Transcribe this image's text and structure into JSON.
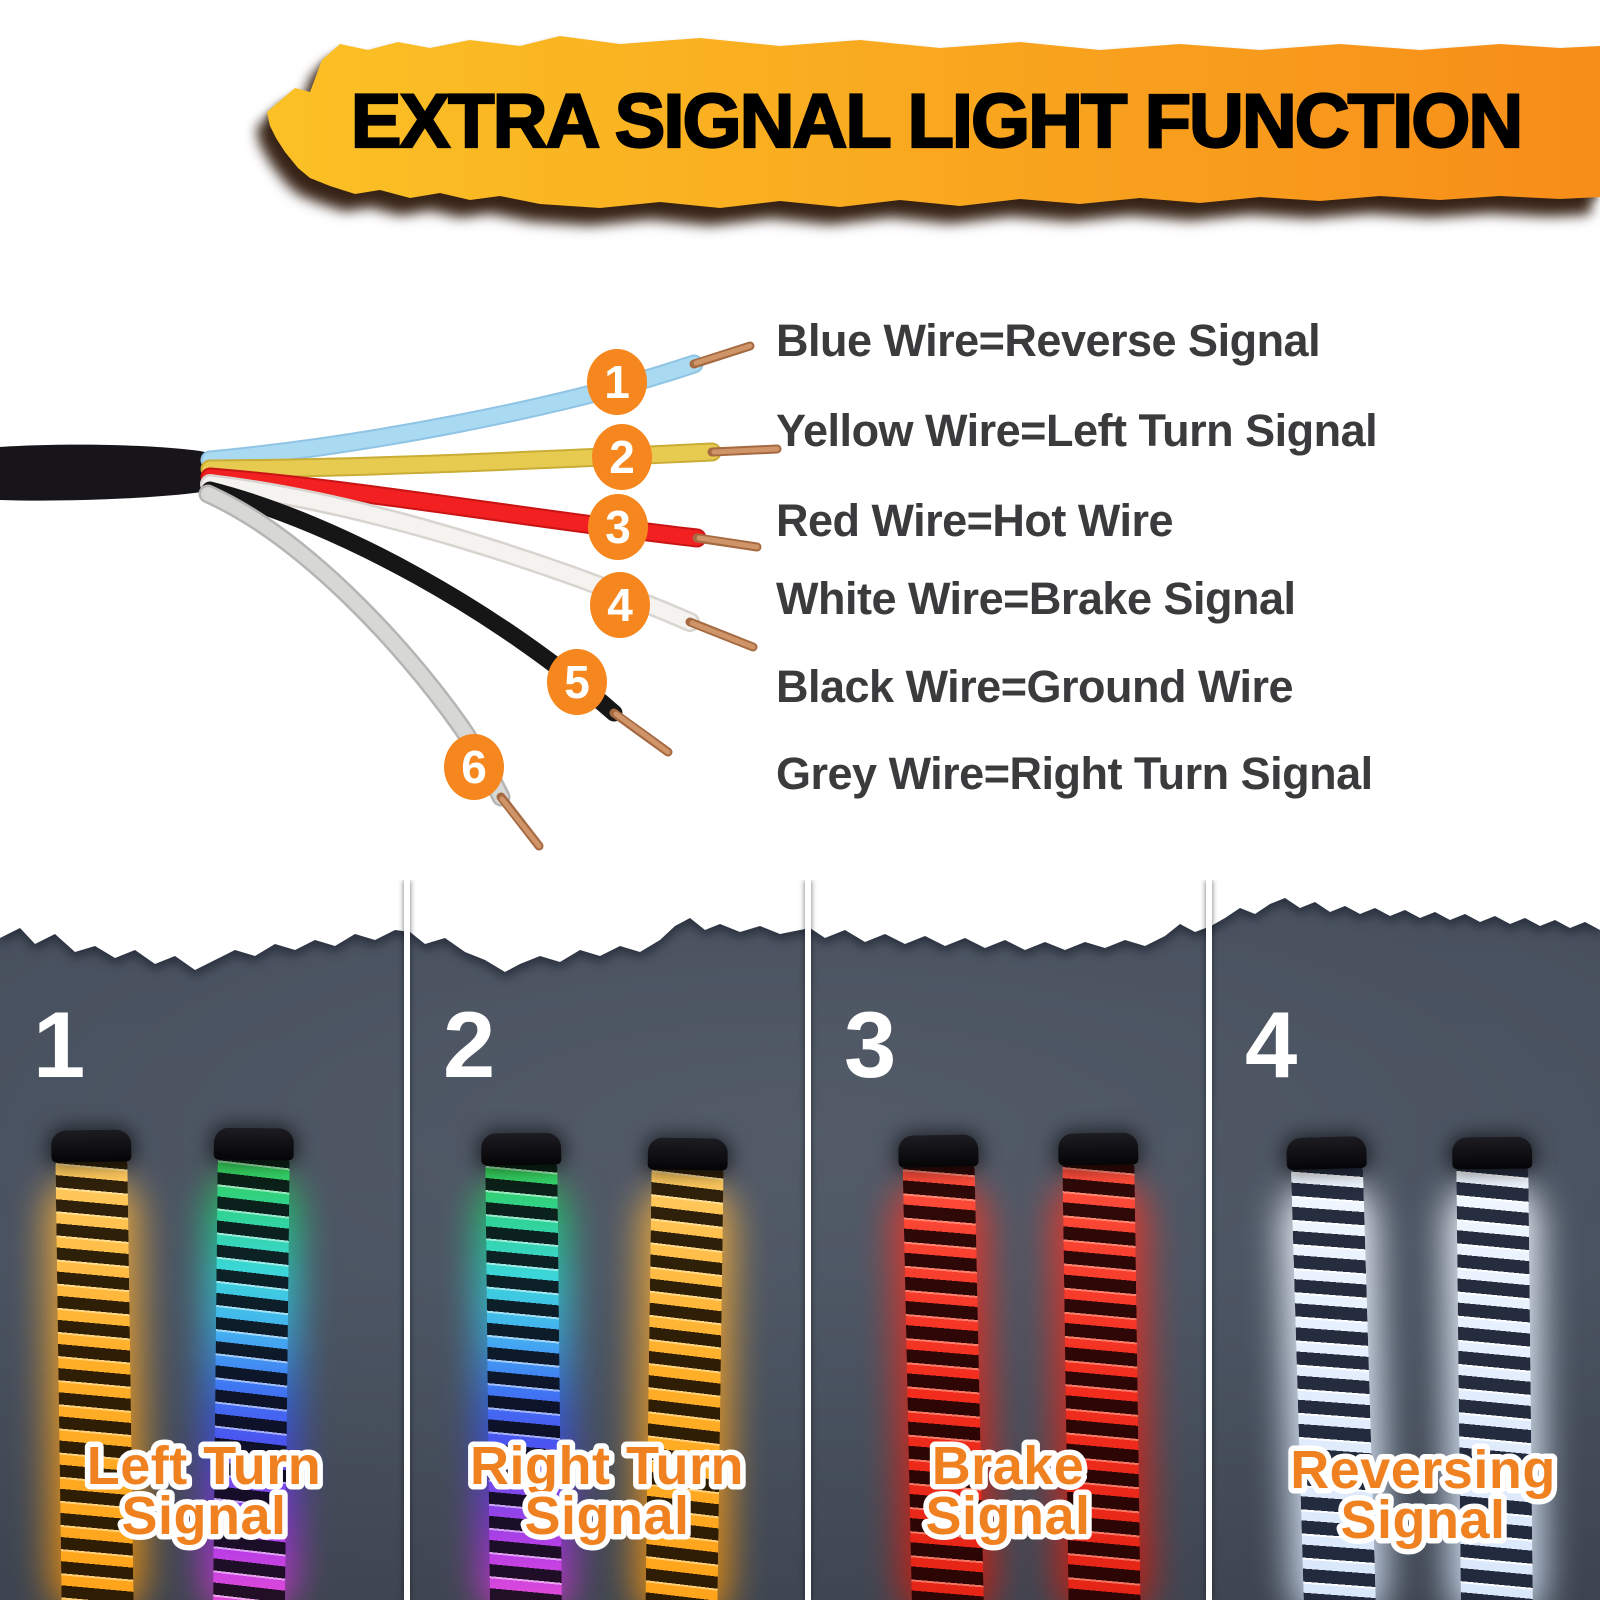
{
  "banner": {
    "title": "EXTRA SIGNAL LIGHT FUNCTION"
  },
  "wiring": {
    "badges": [
      "1",
      "2",
      "3",
      "4",
      "5",
      "6"
    ],
    "legend": [
      "Blue Wire=Reverse Signal",
      "Yellow Wire=Left Turn Signal",
      "Red Wire=Hot Wire",
      "White Wire=Brake Signal",
      "Black Wire=Ground Wire",
      "Grey Wire=Right Turn Signal"
    ]
  },
  "panels": [
    {
      "number": "1",
      "label_line1": "Left Turn",
      "label_line2": "Signal"
    },
    {
      "number": "2",
      "label_line1": "Right Turn",
      "label_line2": "Signal"
    },
    {
      "number": "3",
      "label_line1": "Brake",
      "label_line2": "Signal"
    },
    {
      "number": "4",
      "label_line1": "Reversing",
      "label_line2": "Signal"
    }
  ],
  "colors": {
    "banner_gradient_left": "#fbc125",
    "banner_gradient_right": "#f78d19",
    "badge_orange": "#f6871f",
    "label_orange": "#f08121",
    "panel_background": "#4a5361",
    "legend_text": "#3b3b3d",
    "amber_led": "#ffa316",
    "red_led": "#ee2415",
    "white_led": "#eaf3ff",
    "rainbow_top": "#25c93e",
    "rainbow_bottom": "#ef3fd0"
  }
}
